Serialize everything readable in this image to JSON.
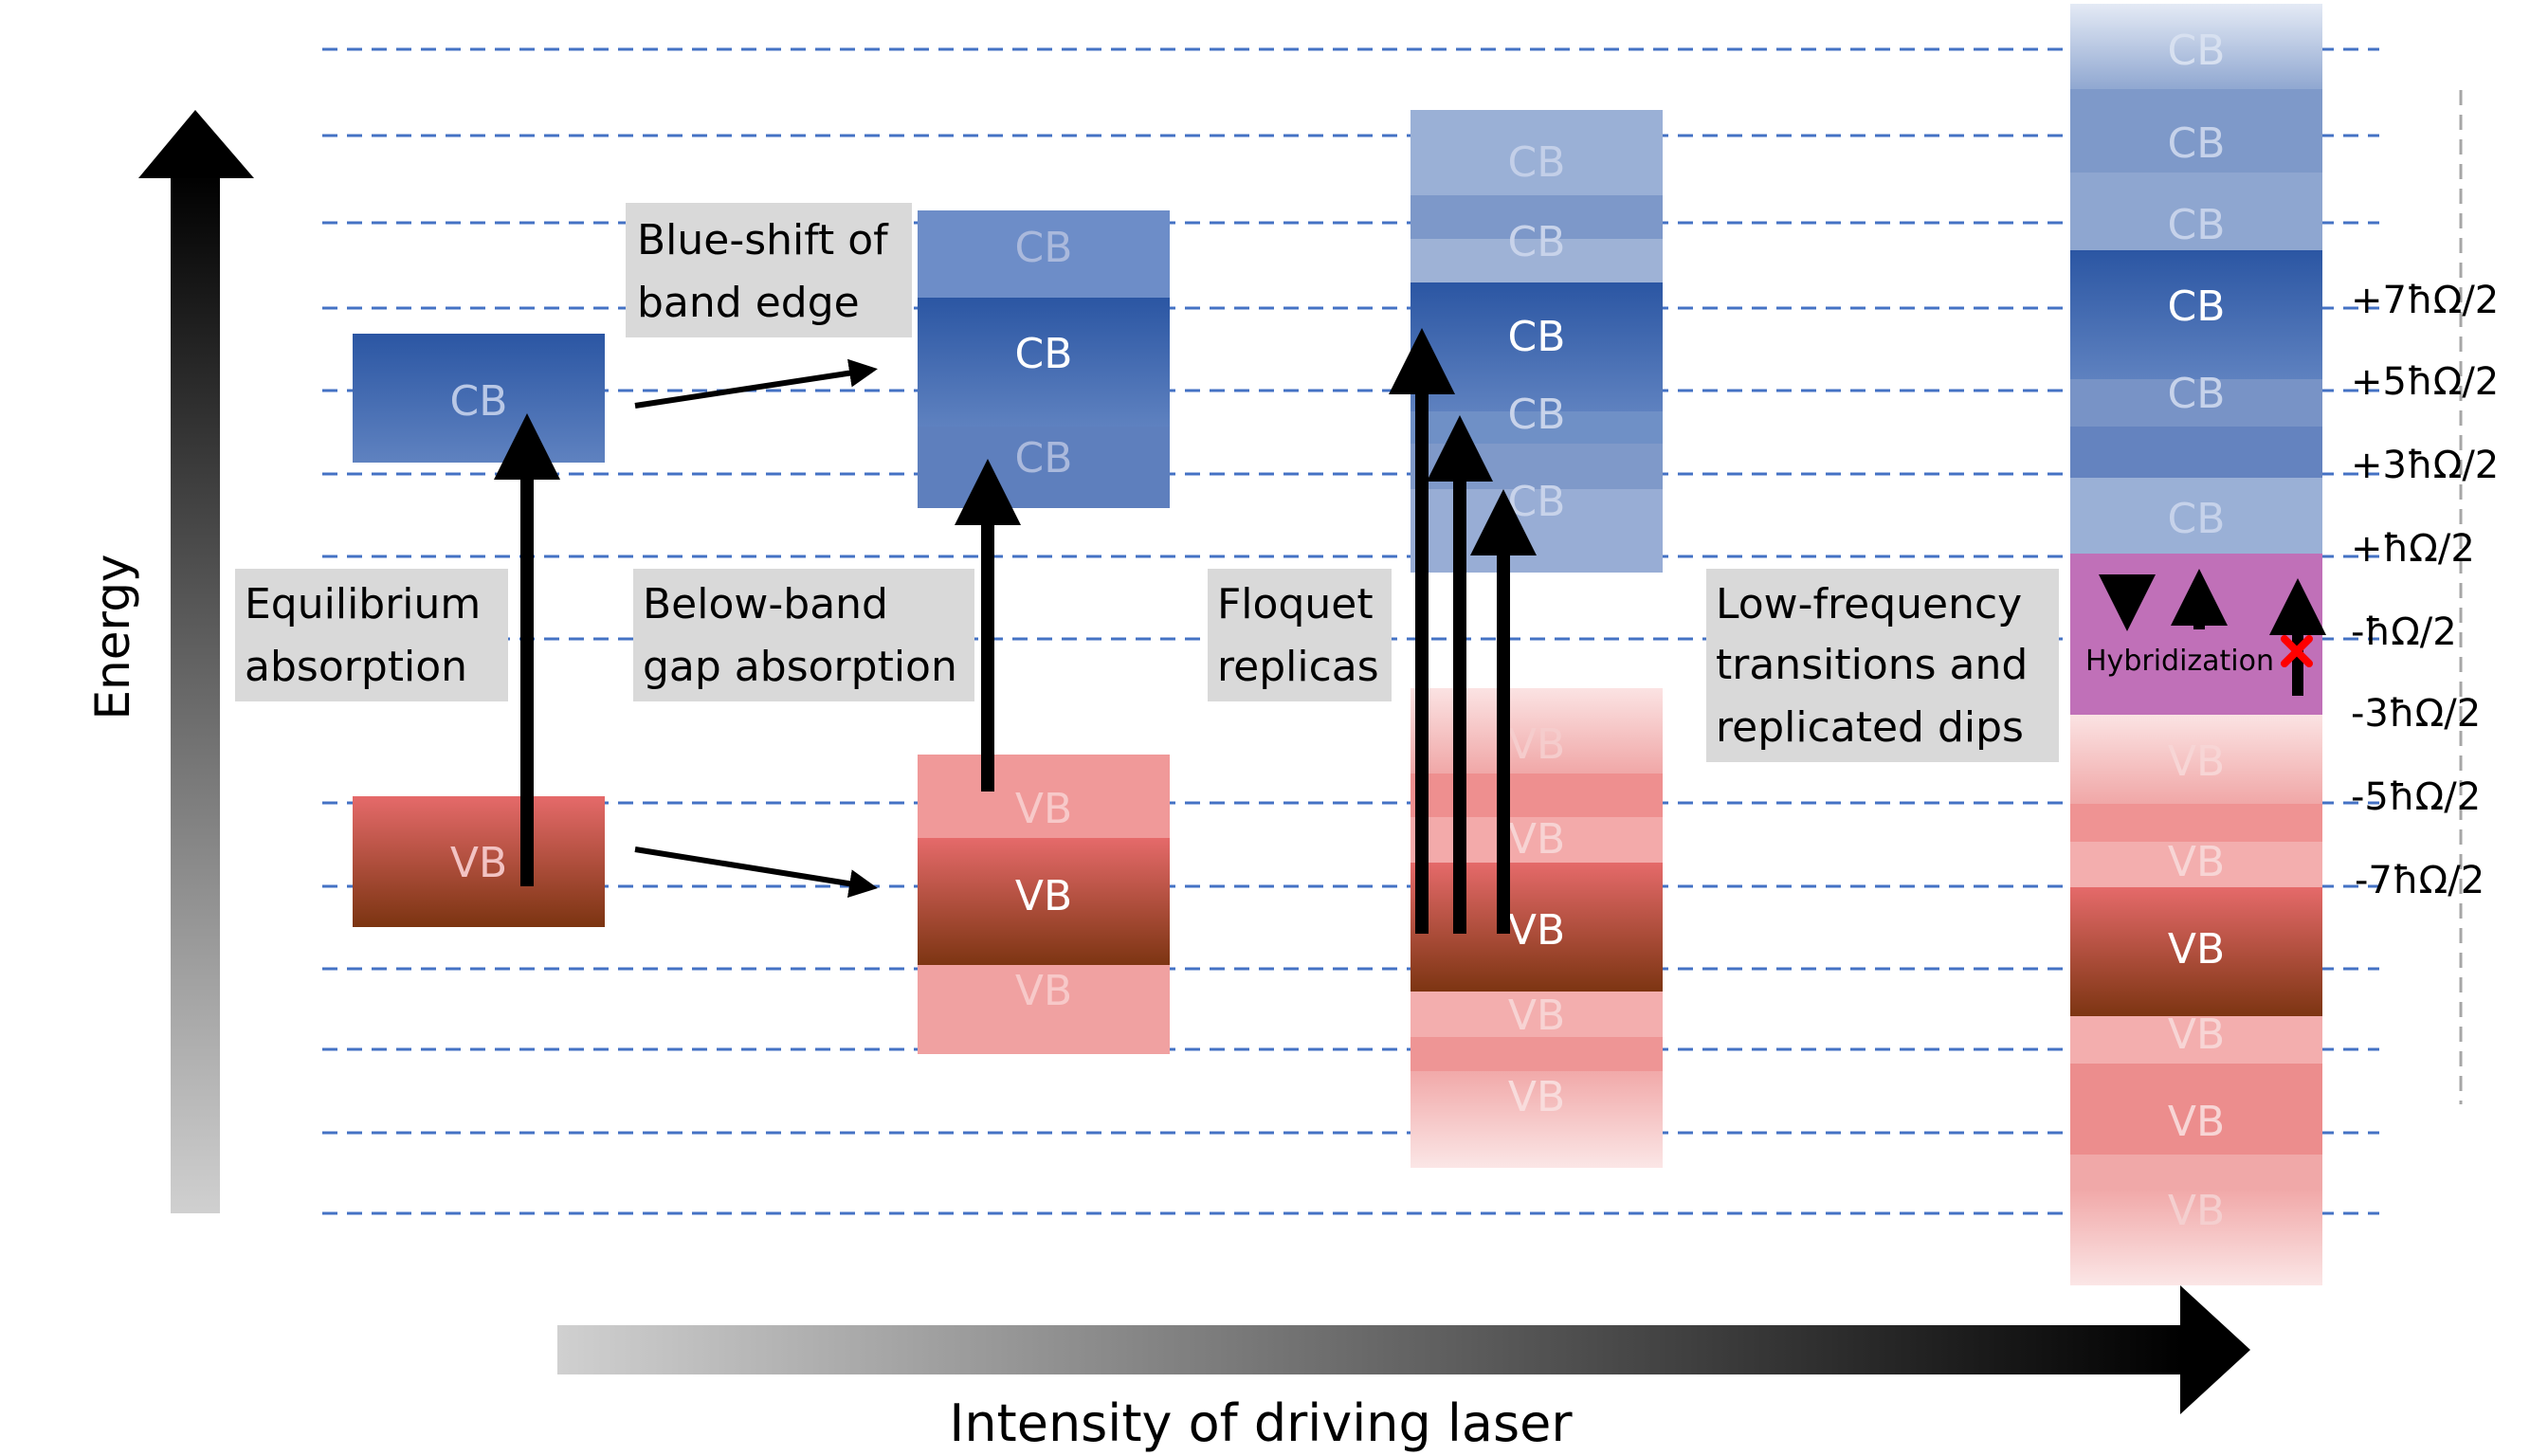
{
  "axes": {
    "y_label": "Energy",
    "x_label": "Intensity of driving laser"
  },
  "band_labels": {
    "cb": "CB",
    "vb": "VB"
  },
  "stages": [
    {
      "caption_lines": [
        "Equilibrium",
        "absorption"
      ]
    },
    {
      "caption_lines": [
        "Below-band",
        "gap absorption"
      ],
      "note_lines": [
        "Blue-shift of",
        "band edge"
      ]
    },
    {
      "caption_lines": [
        "Floquet",
        "replicas"
      ]
    },
    {
      "caption_lines": [
        "Low-frequency",
        "transitions and",
        "replicated dips"
      ],
      "hybrid_label": "Hybridization"
    }
  ],
  "energy_levels": [
    "+7ħΩ/2",
    "+5ħΩ/2",
    "+3ħΩ/2",
    "+ħΩ/2",
    "-ħΩ/2",
    "-3ħΩ/2",
    "-5ħΩ/2",
    "-7ħΩ/2"
  ],
  "colors": {
    "cb_strong": "#2f5aa6",
    "cb_light": "#9fb3d6",
    "vb_strong": "#e26b6b",
    "vb_dark": "#7a3513",
    "vb_light": "#f3b4b4",
    "hybrid": "#c070b8",
    "grid": "#4472c4",
    "caption_bg": "#d9d9d9",
    "forbidden": "#ff0000"
  }
}
